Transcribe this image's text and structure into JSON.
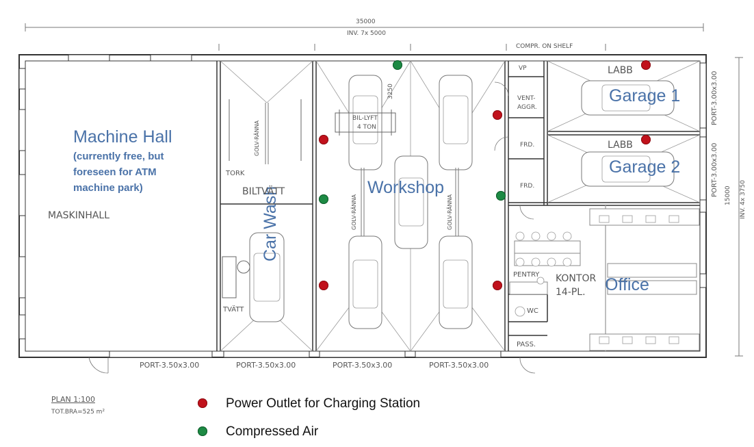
{
  "dimensions": {
    "overall": "35000",
    "overall_sub": "INV. 7x 5000",
    "right": "15000",
    "right_sub": "INV. 4x 3750",
    "lift_dim": "3250"
  },
  "rooms": {
    "machine_hall": {
      "title": "Machine Hall",
      "note1": "(currently free, but",
      "note2": "foreseen for ATM",
      "note3": "machine park)",
      "cad": "MASKINHALL"
    },
    "car_wash": {
      "title": "Car Wash",
      "cad": "BILTVÄTT",
      "tork": "TORK",
      "tvatt": "TVÄTT",
      "drain": "GOLV-RÄNNA"
    },
    "workshop": {
      "title": "Workshop",
      "lift": "BIL-LYFT",
      "lift_cap": "4 TON",
      "drain1": "GOLV-RÄNNA",
      "drain2": "GOLV-RÄNNA"
    },
    "garage1": {
      "title": "Garage 1",
      "cad": "LABB"
    },
    "garage2": {
      "title": "Garage 2",
      "cad": "LABB"
    },
    "office": {
      "title": "Office",
      "cad1": "KONTOR",
      "cad2": "14-PL."
    },
    "small": {
      "compr": "COMPR. ON SHELF",
      "vp": "VP",
      "vent1": "VENT-",
      "vent2": "AGGR.",
      "frd1": "FRD.",
      "frd2": "FRD.",
      "pentry": "PENTRY",
      "wc": "WC",
      "pass": "PASS."
    }
  },
  "doors": {
    "d1": "PORT-3.50x3.00",
    "d2": "PORT-3.50x3.00",
    "d3": "PORT-3.50x3.00",
    "d4": "PORT-3.50x3.00",
    "g1": "PORT-3.00x3.00",
    "g2": "PORT-3.00x3.00"
  },
  "plan": {
    "title": "PLAN  1:100",
    "area": "TOT.BRA=525 m²"
  },
  "legend": {
    "power": "Power Outlet for Charging Station",
    "air": "Compressed Air"
  },
  "colors": {
    "power": "#c1121c",
    "air": "#1d8a44",
    "label": "#4a72a8"
  }
}
